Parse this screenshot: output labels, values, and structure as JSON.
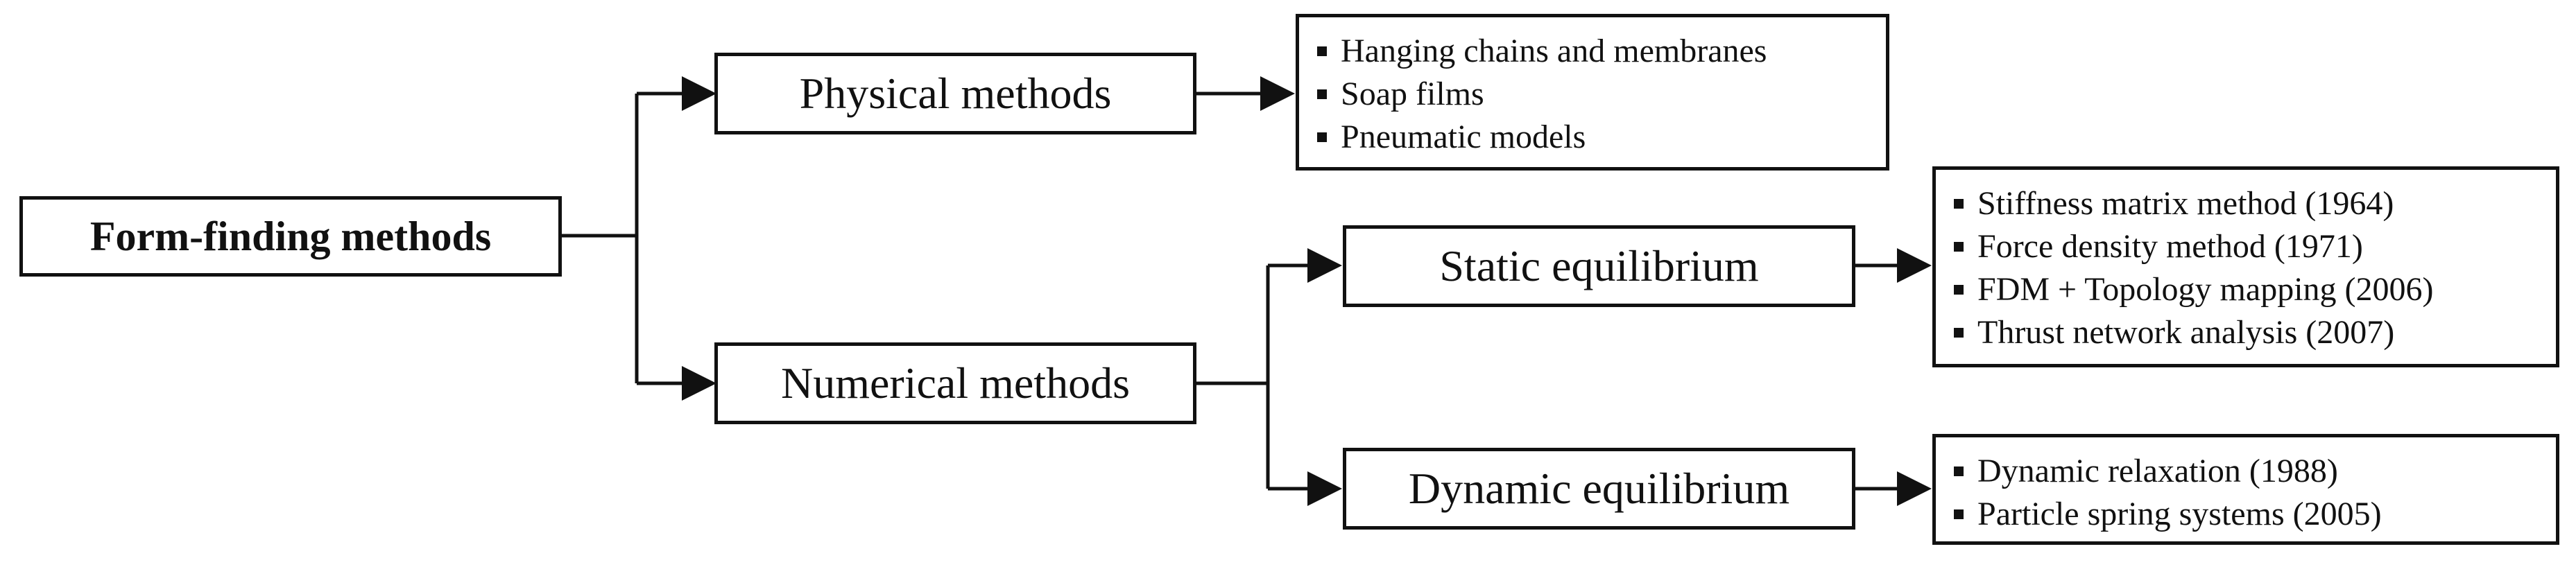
{
  "root": {
    "label": "Form-finding methods"
  },
  "physical": {
    "label": "Physical methods",
    "items": [
      "Hanging chains and membranes",
      "Soap films",
      "Pneumatic models"
    ]
  },
  "numerical": {
    "label": "Numerical methods"
  },
  "static": {
    "label": "Static equilibrium",
    "items": [
      "Stiffness matrix method (1964)",
      "Force density method (1971)",
      "FDM + Topology mapping (2006)",
      "Thrust network analysis (2007)"
    ]
  },
  "dynamic": {
    "label": "Dynamic equilibrium",
    "items": [
      "Dynamic relaxation (1988)",
      "Particle spring systems (2005)"
    ]
  }
}
